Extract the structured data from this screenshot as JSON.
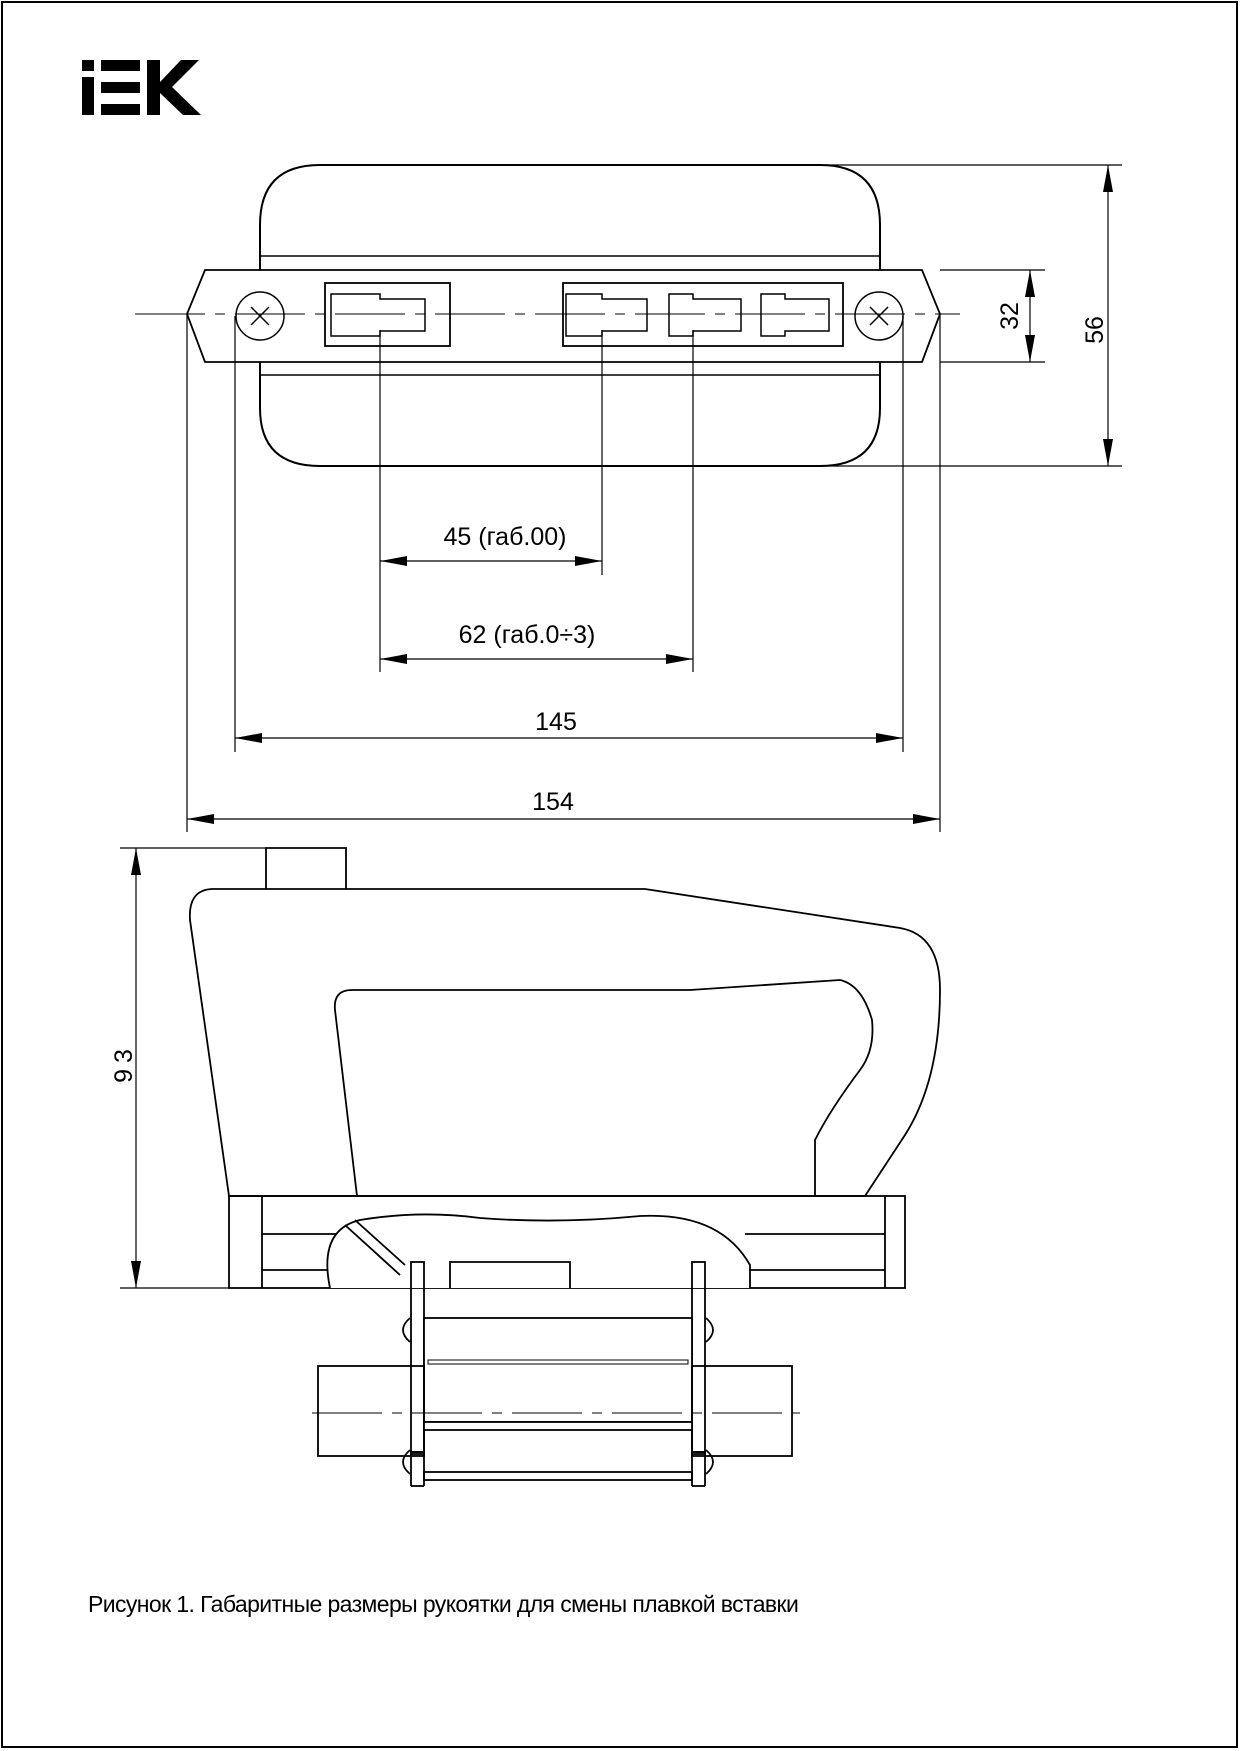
{
  "brand": {
    "logo_text": "IEK",
    "color": "#000000"
  },
  "drawing": {
    "dimensions": {
      "dim_45": "45 (габ.00)",
      "dim_62": "62 (габ.0÷3)",
      "dim_145": "145",
      "dim_154": "154",
      "dim_32": "32",
      "dim_56": "56",
      "dim_93": "93"
    }
  },
  "caption": "Рисунок 1. Габаритные размеры рукоятки для смены плавкой вставки"
}
